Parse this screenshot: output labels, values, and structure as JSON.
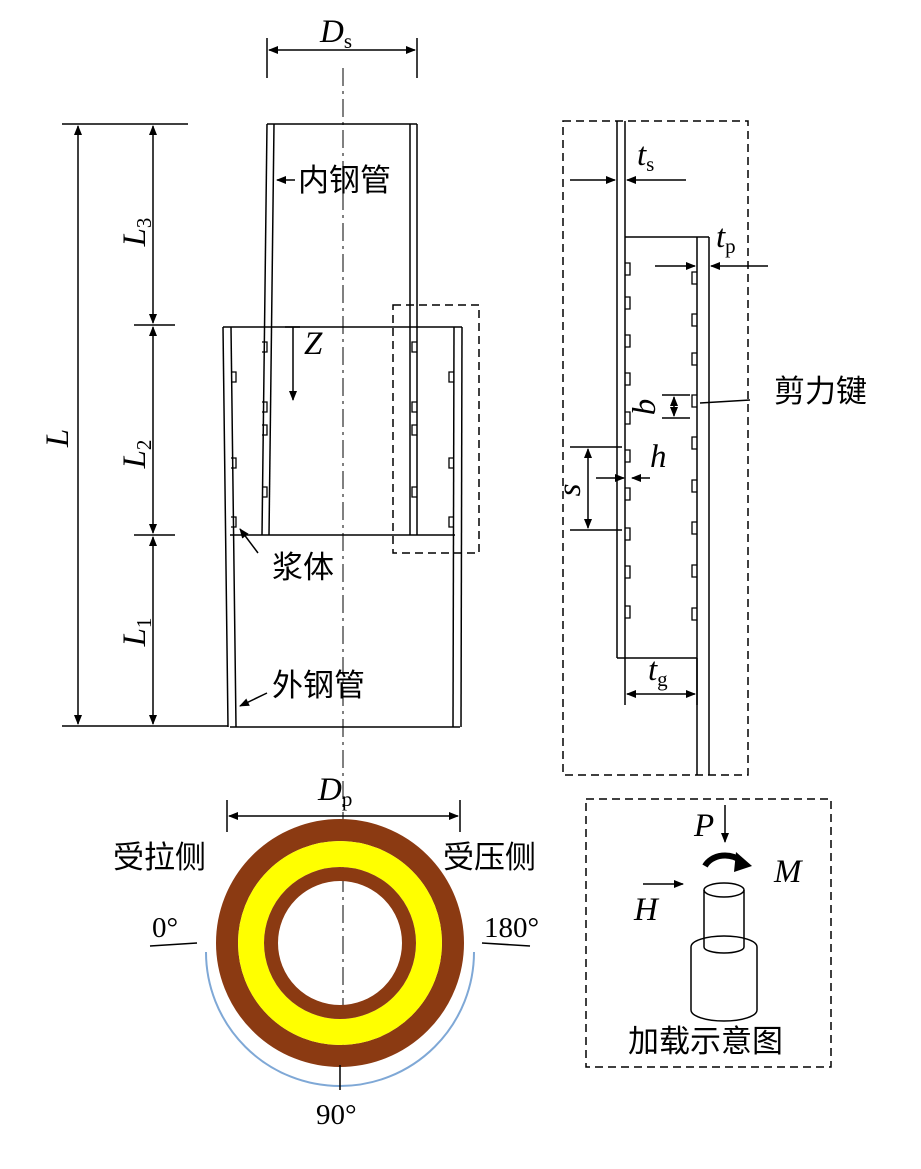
{
  "labels": {
    "Ds": "D",
    "Ds_sub": "s",
    "Dp": "D",
    "Dp_sub": "p",
    "L": "L",
    "L1": "L",
    "L1_sub": "1",
    "L2": "L",
    "L2_sub": "2",
    "L3": "L",
    "L3_sub": "3",
    "Z": "Z",
    "inner_pipe": "内钢管",
    "grout": "浆体",
    "outer_pipe": "外钢管",
    "ts": "t",
    "ts_sub": "s",
    "tp": "t",
    "tp_sub": "p",
    "tg": "t",
    "tg_sub": "g",
    "b": "b",
    "h": "h",
    "s": "s",
    "shear_key": "剪力键",
    "tension_side": "受拉侧",
    "compression_side": "受压侧",
    "angle_0": "0°",
    "angle_90": "90°",
    "angle_180": "180°",
    "P": "P",
    "M": "M",
    "H": "H",
    "loading_caption": "加载示意图"
  },
  "colors": {
    "steel_ring": "#8b3a12",
    "grout_ring": "#ffff00",
    "arc": "#7fa8d6",
    "line": "#000000"
  }
}
